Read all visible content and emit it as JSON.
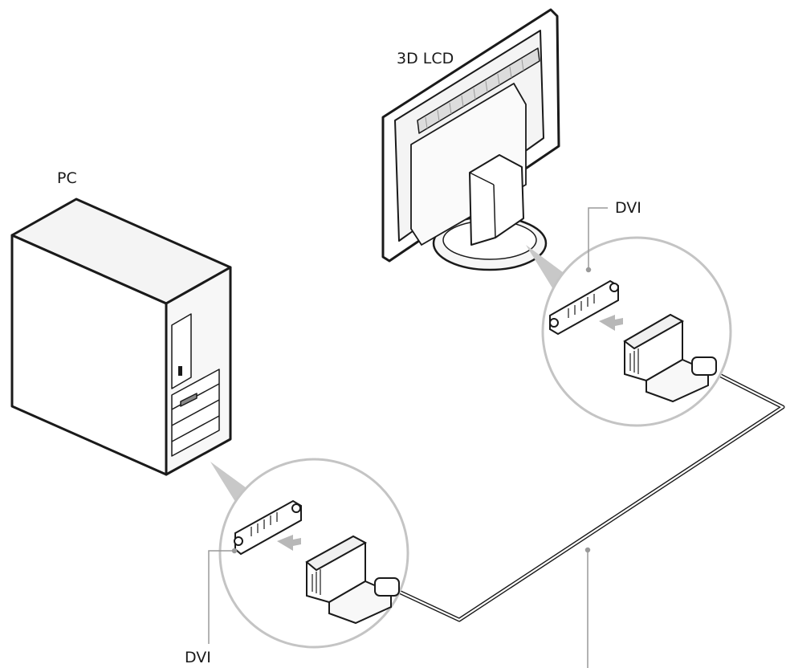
{
  "labels": {
    "pc": "PC",
    "monitor": "3D LCD",
    "dvi_monitor_side": "DVI",
    "dvi_pc_side": "DVI"
  },
  "colors": {
    "line": "#1a1a1a",
    "callout_circle": "#c4c4c4",
    "callout_pointer": "#c8c8c8",
    "leader": "#9a9a9a",
    "arrow": "#b8b8b8"
  }
}
